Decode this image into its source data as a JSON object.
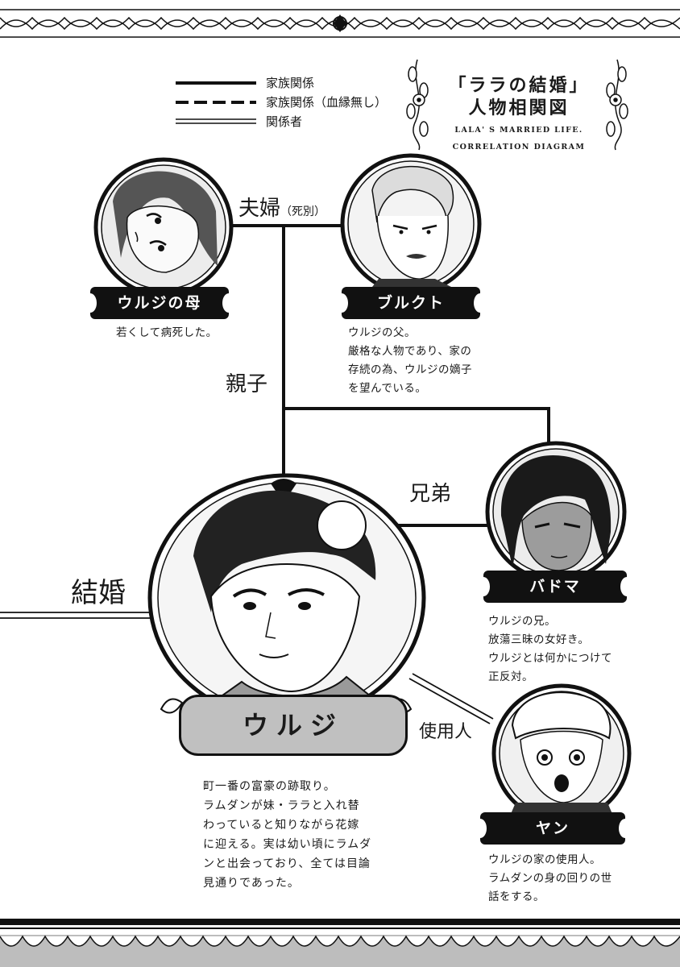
{
  "title": {
    "jp_line1": "「ララの結婚」",
    "jp_line2": "人物相関図",
    "en_line1": "LALA' S MARRIED LIFE.",
    "en_line2": "CORRELATION DIAGRAM"
  },
  "legend": [
    {
      "label": "家族関係",
      "line_style": "solid"
    },
    {
      "label": "家族関係（血縁無し）",
      "line_style": "dashed"
    },
    {
      "label": "関係者",
      "line_style": "double"
    }
  ],
  "relations": {
    "couple": "夫婦",
    "couple_note": "（死別）",
    "parent_child": "親子",
    "brothers": "兄弟",
    "marriage": "結婚",
    "servant": "使用人"
  },
  "characters": {
    "mother": {
      "name": "ウルジの母",
      "desc": "若くして病死した。"
    },
    "burkut": {
      "name": "ブルクト",
      "desc": "ウルジの父。\n厳格な人物であり、家の\n存続の為、ウルジの嫡子\nを望んでいる。"
    },
    "urji": {
      "name": "ウルジ",
      "desc": "町一番の富豪の跡取り。\nラムダンが妹・ララと入れ替\nわっていると知りながら花嫁\nに迎える。実は幼い頃にラムダ\nンと出会っており、全ては目論\n見通りであった。"
    },
    "badma": {
      "name": "バドマ",
      "desc": "ウルジの兄。\n放蕩三昧の女好き。\nウルジとは何かにつけて\n正反対。"
    },
    "yan": {
      "name": "ヤン",
      "desc": "ウルジの家の使用人。\nラムダンの身の回りの世\n話をする。"
    }
  },
  "colors": {
    "ink": "#111111",
    "paper": "#ffffff",
    "nameplate_fill": "#c0c0c0",
    "portrait_tone": "#e6e6e6"
  }
}
